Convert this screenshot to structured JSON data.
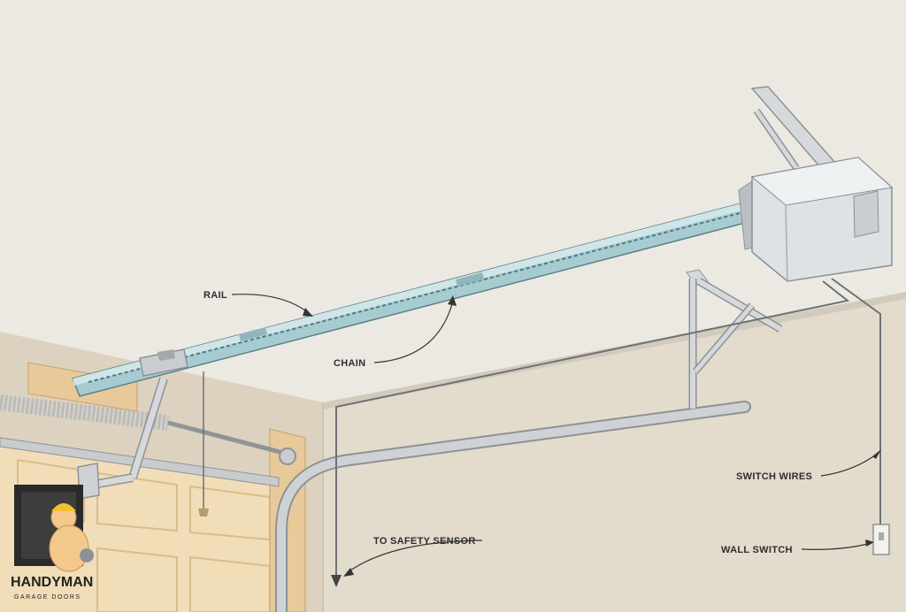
{
  "labels": {
    "rail": "RAIL",
    "chain": "CHAIN",
    "switch_wires": "SWITCH WIRES",
    "to_safety_sensor": "TO SAFETY SENSOR",
    "wall_switch": "WALL SWITCH"
  },
  "logo": {
    "brand": "HANDYMAN",
    "sub": "GARAGE DOORS"
  },
  "colors": {
    "ceiling": "#ece9e2",
    "wall_right": "#e4ddce",
    "wall_left": "#ddd3c0",
    "door": "#f0dcb6",
    "rail": "#9fc6cc",
    "opener": "#d9dfe1",
    "track": "#c9cccf"
  }
}
